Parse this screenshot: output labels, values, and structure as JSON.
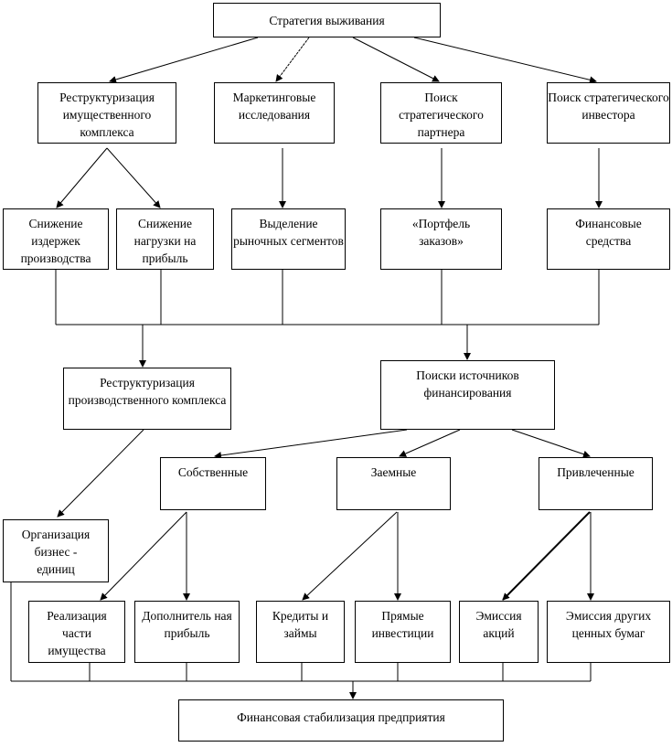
{
  "title": "Стратегия выживания",
  "directions": [
    "Реструктуризация имущественного комплекса",
    "Маркетинговые исследования",
    "Поиск стратегического партнера",
    "Поиск стратегического инвестора"
  ],
  "results": [
    "Снижение издержек производства",
    "Снижение нагрузки на прибыль",
    "Выделение рыночных сегментов",
    "«Портфель заказов»",
    "Финансовые средства"
  ],
  "restructuring": "Реструктуризация производственного комплекса",
  "funding_search": "Поиски источников финансирования",
  "business_units": "Организация бизнес - единиц",
  "sources": [
    "Собственные",
    "Заемные",
    "Привлеченные"
  ],
  "instruments": [
    "Реализация части имущества",
    "Дополнитель ная прибыль",
    "Кредиты и займы",
    "Прямые инвестиции",
    "Эмиссия акций",
    "Эмиссия других ценных бумаг"
  ],
  "goal": "Финансовая стабилизация предприятия"
}
